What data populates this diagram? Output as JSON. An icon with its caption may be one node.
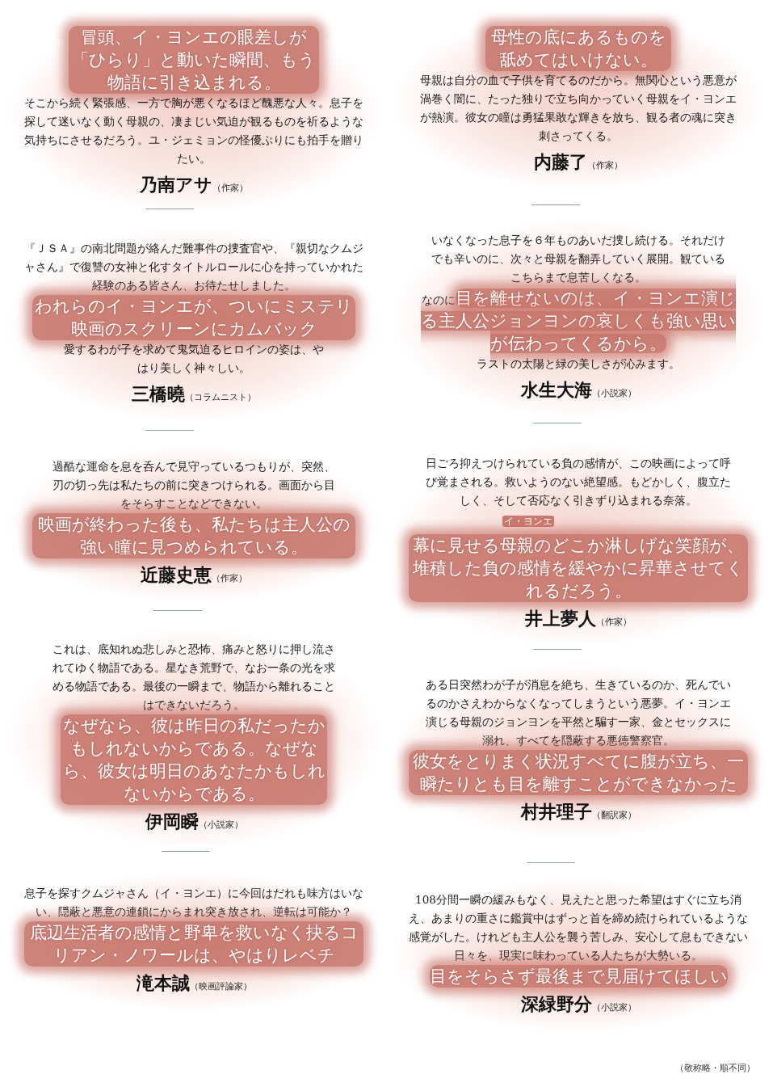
{
  "diagram": {
    "nodes": [
      {
        "text": [
          "冒頭、イ・ヨンエの眼差しが「ひらり」と動いた瞬間、もう物語に引き込まれる。",
          "そこから続く緊張感、一方で胸が悪くなるほど醜悪な人々。息子を探して迷いなく動く母親の、凄まじい気迫が観るものを祈るような気持ちにさせるだろう。ユ・ジェミョンの怪優ぶりにも拍手を贈りたい。",
          "乃南アサ",
          "（作家）"
        ]
      },
      {
        "text": [
          "『ＪＳＡ』の南北問題が絡んだ難事件の捜査官や、『親切なクムジャさん』で復讐の女神と化すタイトルロールに心を持っていかれた経験のある皆さん、お待たせしました。",
          "われらのイ・ヨンエが、ついにミステリ映画のスクリーンにカムバック",
          "愛するわが子を求めて鬼気迫るヒロインの姿は、やはり美しく神々しい。",
          "三橋曉",
          "（コラムニスト）"
        ]
      },
      {
        "text": [
          "過酷な運命を息を呑んで見守っているつもりが、突然、刃の切っ先は私たちの前に突きつけられる。画面から目をそらすことなどできない。",
          "映画が終わった後も、私たちは主人公の強い瞳に見つめられている。",
          "近藤史恵",
          "（作家）"
        ]
      },
      {
        "text": [
          "これは、底知れぬ悲しみと恐怖、痛みと怒りに押し流されてゆく物語である。星なき荒野で、なお一条の光を求める物語である。最後の一瞬まで、物語から離れることはできないだろう。",
          "なぜなら、彼は昨日の私だったかもしれないからである。なぜなら、彼女は明日のあなたかもしれないからである。",
          "伊岡瞬",
          "（小説家）"
        ]
      },
      {
        "text": [
          "息子を探すクムジャさん（イ・ヨンエ）に今回はだれも味方はいない、隠蔽と悪意の連鎖にからまれ突き放され、逆転は可能か？",
          "底辺生活者の感情と野卑を救いなく抉るコリアン・ノワールは、やはりレベチ",
          "滝本誠",
          "（映画評論家）"
        ]
      },
      {
        "text": [
          "母性の底にあるものを舐めてはいけない。",
          "母親は自分の血で子供を育てるのだから。無関心という悪意が渦巻く闇に、たった独りで立ち向かっていく母親をイ・ヨンエが熱演。彼女の瞳は勇猛果敢な輝きを放ち、観る者の魂に突き刺さってくる。",
          "内藤了",
          "（作家）"
        ]
      },
      {
        "text": [
          "いなくなった息子を６年ものあいだ捜し続ける。それだけでも辛いのに、次々と母親を翻弄していく展開。観ているこちらまで息苦しくなる。",
          "なのに",
          "目を離せないのは、イ・ヨンエ演じる主人公ジョンヨンの哀しくも強い思いが伝わってくるから。",
          "ラストの太陽と緑の美しさが沁みます。",
          "水生大海",
          "（小説家）"
        ]
      },
      {
        "text": [
          "日ごろ抑えつけられている負の感情が、この映画によって呼び覚まされる。救いようのない絶望感。もどかしく、腹立たしく、そして否応なく引きずり込まれる奈落。",
          "イ・ヨンエ",
          "幕に見せる母親のどこか淋しげな笑顔が、堆積した負の感情を緩やかに昇華させてくれるだろう。",
          "井上夢人",
          "（作家）"
        ]
      },
      {
        "text": [
          "ある日突然わが子が消息を絶ち、生きているのか、死んでいるのかさえわからなくなってしまうという悪夢。イ・ヨンエ演じる母親のジョンヨンを平然と騙す一家、金とセックスに溺れ、すべてを隠蔽する悪徳警察官。",
          "彼女をとりまく状況すべてに腹が立ち、一瞬たりとも目を離すことができなかった",
          "村井理子",
          "（翻訳家）"
        ]
      },
      {
        "text": [
          "108分間一瞬の緩みもなく、見えたと思った希望はすぐに立ち消え、あまりの重さに鑑賞中はずっと首を締め続けられているような感覚がした。けれども主人公を襲う苦しみ、安心して息もできない日々を、現実に味わっている人たちが大勢いる。",
          "目をそらさず最後まで見届けてほしい",
          "深緑野分",
          "（小説家）"
        ]
      }
    ],
    "labels": [
      "（敬称略・順不同）"
    ]
  }
}
